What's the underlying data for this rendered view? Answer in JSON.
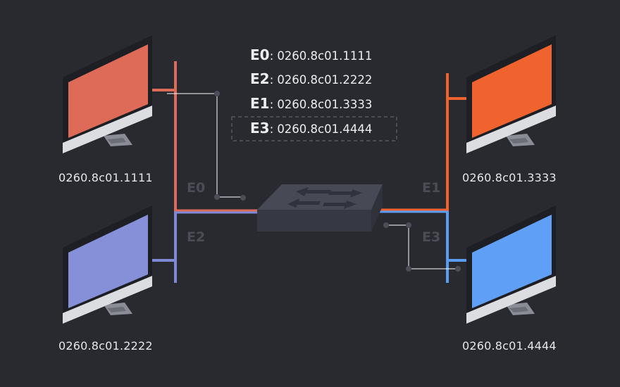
{
  "mac_table": [
    {
      "port": "E0",
      "mac": "0260.8c01.1111"
    },
    {
      "port": "E2",
      "mac": "0260.8c01.2222"
    },
    {
      "port": "E1",
      "mac": "0260.8c01.3333"
    },
    {
      "port": "E3",
      "mac": "0260.8c01.4444",
      "highlighted": true
    }
  ],
  "hosts": [
    {
      "mac": "0260.8c01.1111",
      "port": "E0",
      "screen_color": "#de6b58"
    },
    {
      "mac": "0260.8c01.2222",
      "port": "E2",
      "screen_color": "#8590d8"
    },
    {
      "mac": "0260.8c01.3333",
      "port": "E1",
      "screen_color": "#f0632f"
    },
    {
      "mac": "0260.8c01.4444",
      "port": "E3",
      "screen_color": "#5fa0f6"
    }
  ],
  "ports": {
    "e0": "E0",
    "e1": "E1",
    "e2": "E2",
    "e3": "E3"
  },
  "colors": {
    "background": "#282a30",
    "e0_line": "#de6b58",
    "e1_line": "#f0632f",
    "e2_line": "#7f8ad6",
    "e3_line": "#5b9cf0",
    "switch": "#3b3e48"
  }
}
